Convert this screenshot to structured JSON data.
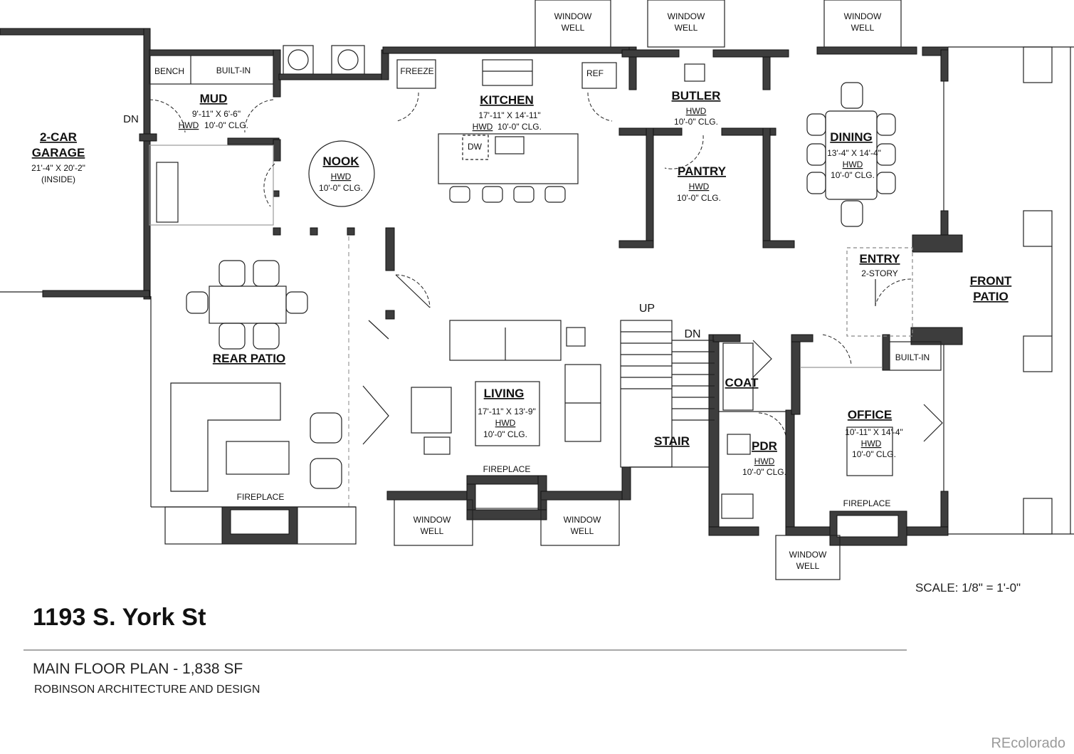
{
  "rooms": {
    "garage": {
      "name_line1": "2-CAR",
      "name_line2": "GARAGE",
      "dims": "21'-4\" X 20'-2\"",
      "note": "(INSIDE)"
    },
    "mud": {
      "name": "MUD",
      "dims": "9'-11\" X 6'-6\"",
      "floor": "HWD",
      "ceiling": "10'-0\" CLG.",
      "bench": "BENCH",
      "builtin": "BUILT-IN",
      "dn": "DN"
    },
    "nook": {
      "name": "NOOK",
      "floor": "HWD",
      "ceiling": "10'-0\" CLG."
    },
    "kitchen": {
      "name": "KITCHEN",
      "dims": "17'-11\" X 14'-11\"",
      "floor": "HWD",
      "ceiling": "10'-0\" CLG.",
      "freeze": "FREEZE",
      "ref": "REF",
      "dw": "DW"
    },
    "butler": {
      "name": "BUTLER",
      "floor": "HWD",
      "ceiling": "10'-0\" CLG."
    },
    "pantry": {
      "name": "PANTRY",
      "floor": "HWD",
      "ceiling": "10'-0\" CLG."
    },
    "dining": {
      "name": "DINING",
      "dims": "13'-4\" X 14'-4\"",
      "floor": "HWD",
      "ceiling": "10'-0\" CLG."
    },
    "entry": {
      "name": "ENTRY",
      "note": "2-STORY"
    },
    "front_patio": {
      "line1": "FRONT",
      "line2": "PATIO"
    },
    "rear_patio": {
      "name": "REAR PATIO",
      "fireplace": "FIREPLACE"
    },
    "living": {
      "name": "LIVING",
      "dims": "17'-11\" X 13'-9\"",
      "floor": "HWD",
      "ceiling": "10'-0\" CLG.",
      "fireplace": "FIREPLACE"
    },
    "stair": {
      "name": "STAIR",
      "up": "UP",
      "dn": "DN"
    },
    "coat": {
      "name": "COAT"
    },
    "pdr": {
      "name": "PDR",
      "floor": "HWD",
      "ceiling": "10'-0\" CLG."
    },
    "office": {
      "name": "OFFICE",
      "dims": "10'-11\" X 14'-4\"",
      "floor": "HWD",
      "ceiling": "10'-0\" CLG.",
      "builtin": "BUILT-IN",
      "fireplace": "FIREPLACE"
    }
  },
  "window_well": {
    "line1": "WINDOW",
    "line2": "WELL"
  },
  "title_block": {
    "address": "1193 S. York St",
    "plan_title": "MAIN FLOOR PLAN - 1,838 SF",
    "firm": "ROBINSON ARCHITECTURE AND DESIGN",
    "scale": "SCALE:  1/8\" = 1'-0\""
  },
  "watermark": "REcolorado",
  "colors": {
    "wall": "#3d3d3d",
    "wall_outline": "#111111",
    "line": "#222222",
    "light_line": "#9a9a9a"
  }
}
